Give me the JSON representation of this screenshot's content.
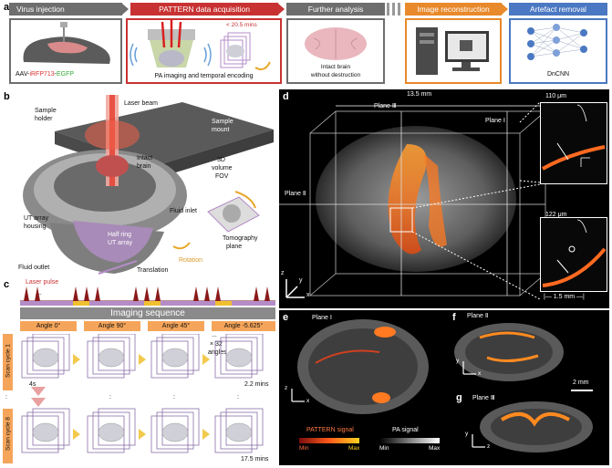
{
  "panel_a": {
    "label": "a",
    "steps": [
      {
        "title": "Virus injection",
        "color": "#6e6e6e"
      },
      {
        "title": "PATTERN data acquisition",
        "color": "#c83232"
      },
      {
        "title": "Further analysis",
        "color": "#6e6e6e"
      },
      {
        "title": "Image reconstruction",
        "color": "#e8892b"
      },
      {
        "title": "Artefact removal",
        "color": "#4a78c2"
      }
    ],
    "virus_prefix": "AAV-",
    "virus_red": "iRFP713",
    "virus_sep": "-",
    "virus_green": "EGFP",
    "time_note": "< 20.5 mins",
    "acq_caption": "PA imaging and temporal encoding",
    "analysis_caption_1": "Intact brain",
    "analysis_caption_2": "without destruction",
    "dncnn": "DnCNN"
  },
  "panel_b": {
    "label": "b",
    "laser_beam": "Laser beam",
    "sample_holder_1": "Sample",
    "sample_holder_2": "holder",
    "sample_mount_1": "Sample",
    "sample_mount_2": "mount",
    "intact_brain_1": "Intact",
    "intact_brain_2": "brain",
    "volume_fov_1": "3D",
    "volume_fov_2": "volume",
    "volume_fov_3": "FOV",
    "ut_housing_1": "UT array",
    "ut_housing_2": "housing",
    "fluid_inlet": "Fluid inlet",
    "half_ring_1": "Half ring",
    "half_ring_2": "UT array",
    "tomography_1": "Tomography",
    "tomography_2": "plane",
    "rotation": "Rotation",
    "fluid_outlet": "Fluid outlet",
    "translation": "Translation"
  },
  "panel_c": {
    "label": "c",
    "laser_pulse": "Laser pulse",
    "dots": "...",
    "imaging_sequence": "Imaging sequence",
    "angles": [
      "Angle 0°",
      "Angle 90°",
      "Angle 45°",
      "Angle -5.625°"
    ],
    "ellipsis": "...",
    "x32": "× 32",
    "angles_word": "angles",
    "cycle1": "Scan cycle 1",
    "cycle8": "Scan cycle 8",
    "t_4s": "4s",
    "t_22": "2.2 mins",
    "t_175": "17.5 mins",
    "vdots": ":"
  },
  "panel_d": {
    "label": "d",
    "width": "13.5 mm",
    "plane1": "Plane Ⅰ",
    "plane2": "Plane Ⅱ",
    "plane3": "Plane Ⅲ",
    "fwhm1": "110 μm",
    "fwhm2": "122 μm",
    "scale": "1.5 mm",
    "axis_x": "x",
    "axis_y": "y",
    "axis_z": "z"
  },
  "panel_e": {
    "label": "e",
    "plane": "Plane Ⅰ",
    "axis_a": "z",
    "axis_b": "x"
  },
  "panel_f": {
    "label": "f",
    "plane": "Plane Ⅱ",
    "axis_a": "y",
    "axis_b": "x",
    "scale": "2 mm"
  },
  "panel_g": {
    "label": "g",
    "plane": "Plane Ⅲ",
    "axis_a": "y",
    "axis_b": "z"
  },
  "legend": {
    "pattern": "PATTERN signal",
    "pa": "PA signal",
    "min": "Min",
    "max": "Max"
  },
  "colors": {
    "pattern_low": "#7a0d0d",
    "pattern_mid": "#ff5a1a",
    "pattern_high": "#ffd21f",
    "purple": "#b48cc8",
    "orange": "#f0a050"
  }
}
